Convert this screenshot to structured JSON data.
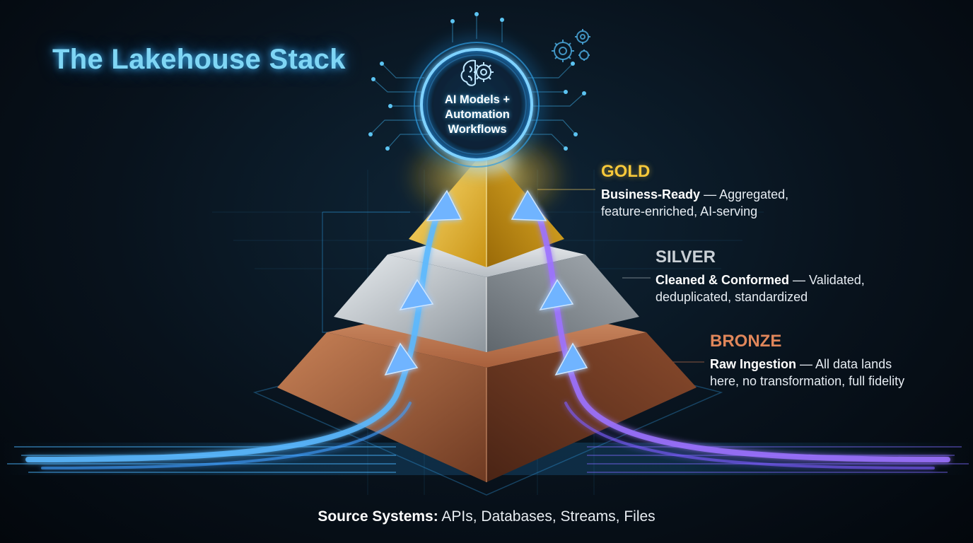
{
  "title": "The Lakehouse Stack",
  "ai_hub": {
    "lines": [
      "AI Models +",
      "Automation",
      "Workflows"
    ],
    "icons": [
      "brain-icon",
      "gear-icon"
    ]
  },
  "tiers": [
    {
      "name": "GOLD",
      "lead": "Business-Ready",
      "desc_rest": " — Aggregated,",
      "desc_line2": "feature-enriched, AI-serving",
      "color": "#f7c83a"
    },
    {
      "name": "SILVER",
      "lead": "Cleaned & Conformed",
      "desc_rest": " — Validated,",
      "desc_line2": "deduplicated, standardized",
      "color": "#c9d0d6"
    },
    {
      "name": "BRONZE",
      "lead": "Raw Ingestion",
      "desc_rest": " — All data lands",
      "desc_line2": "here, no transformation, full fidelity",
      "color": "#e0865a"
    }
  ],
  "source": {
    "lead": "Source Systems:",
    "rest": " APIs, Databases, Streams, Files"
  },
  "colors": {
    "title": "#7fd6f5",
    "flow_blue": "#5ab8ff",
    "flow_purple": "#9c72ff",
    "bronze": "#a8603c",
    "silver": "#b7bdc3",
    "gold": "#e8b52a"
  }
}
